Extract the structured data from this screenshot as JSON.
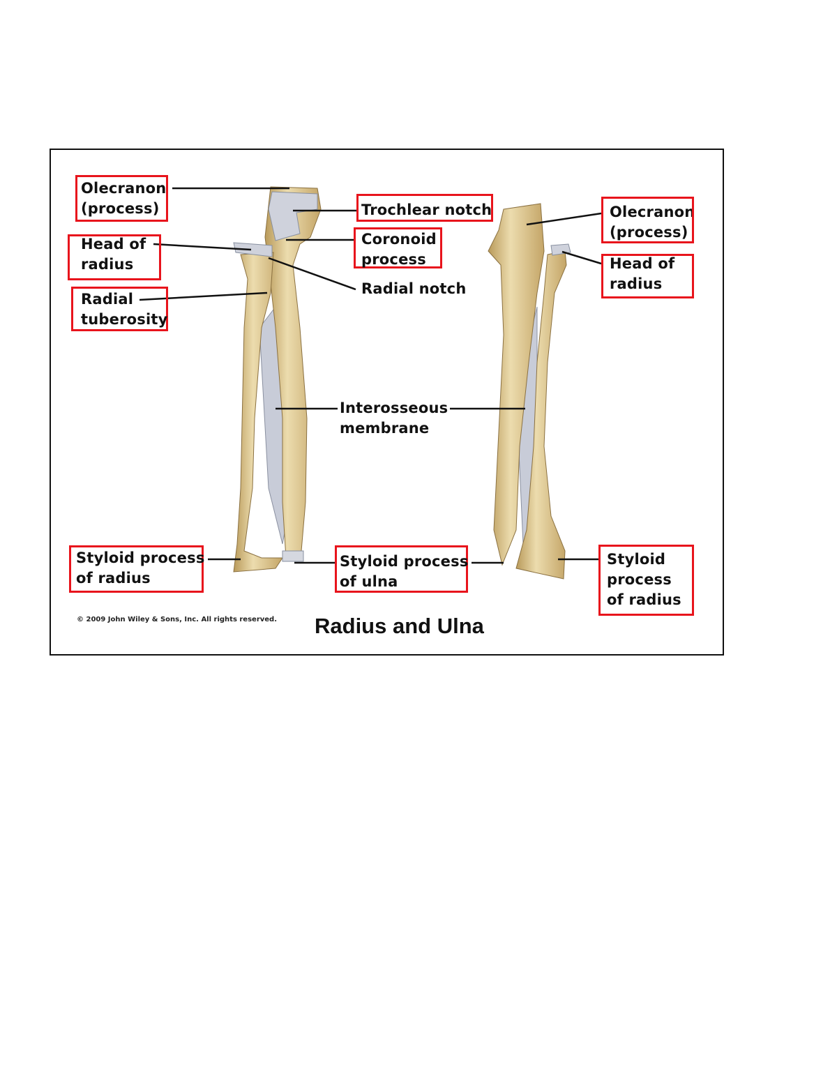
{
  "title": "Radius and Ulna",
  "copyright": "© 2009 John Wiley & Sons, Inc. All rights reserved.",
  "left_view": {
    "olecranon": "Olecranon\n(process)",
    "head_of_radius": "Head of\nradius",
    "radial_tuberosity": "Radial\ntuberosity",
    "trochlear_notch": "Trochlear notch",
    "coronoid_process": "Coronoid\nprocess",
    "radial_notch": "Radial notch",
    "interosseous_membrane": "Interosseous\nmembrane",
    "styloid_radius": "Styloid process\nof radius",
    "styloid_ulna": "Styloid process\nof ulna"
  },
  "right_view": {
    "olecranon": "Olecranon\n(process)",
    "head_of_radius": "Head of\nradius",
    "styloid_radius": "Styloid\nprocess\nof radius"
  },
  "colors": {
    "box": "#e8141c",
    "bone": "#e3cf9c",
    "bone_shade": "#b99a5a",
    "cartilage": "#c9ccd6"
  }
}
